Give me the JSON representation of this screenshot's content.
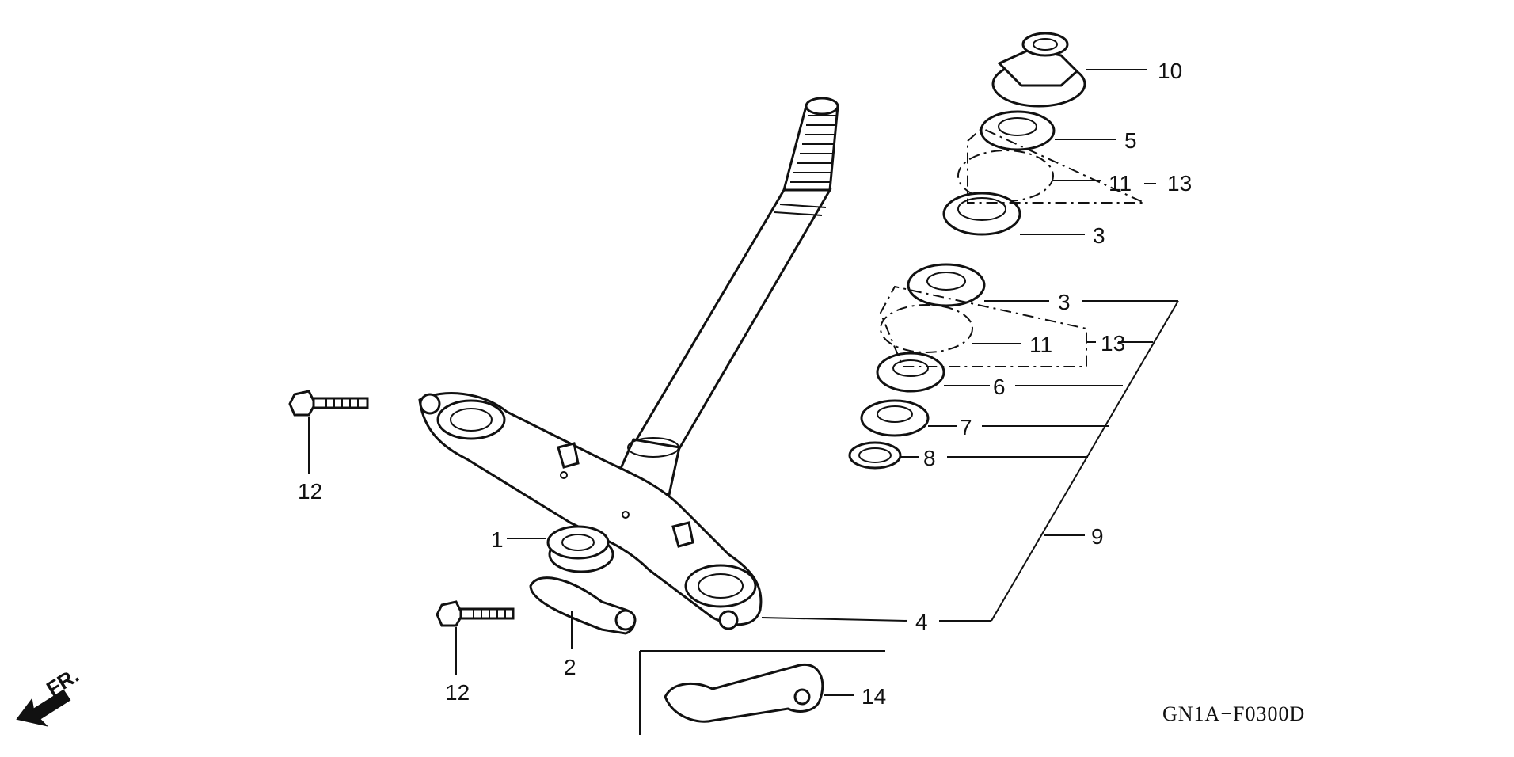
{
  "diagram": {
    "code": "GN1A−F0300D",
    "direction_label": "FR.",
    "callouts": {
      "c1": "1",
      "c2": "2",
      "c3a": "3",
      "c3b": "3",
      "c4": "4",
      "c5": "5",
      "c6": "6",
      "c7": "7",
      "c8": "8",
      "c9": "9",
      "c10": "10",
      "c11a": "11",
      "c11b": "11",
      "c12a": "12",
      "c12b": "12",
      "c13a": "13",
      "c13b": "13",
      "c14": "14"
    }
  }
}
